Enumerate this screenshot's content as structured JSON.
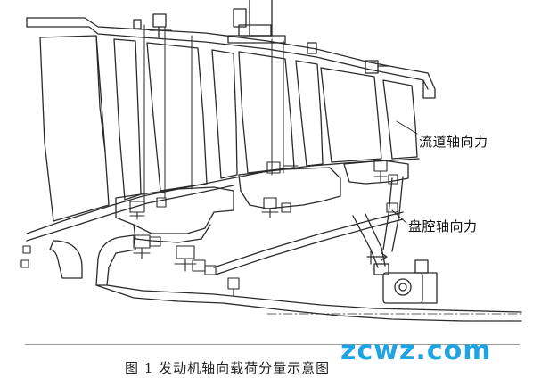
{
  "figure": {
    "annotations": {
      "flow_path_axial_force": "流道轴向力",
      "disk_cavity_axial_force": "盘腔轴向力"
    },
    "caption": "图 1  发动机轴向载荷分量示意图"
  },
  "watermark": {
    "text": "zcwz.com",
    "color": "#1fa3e3"
  },
  "colors": {
    "line": "#2a2a2a",
    "background": "#ffffff"
  }
}
